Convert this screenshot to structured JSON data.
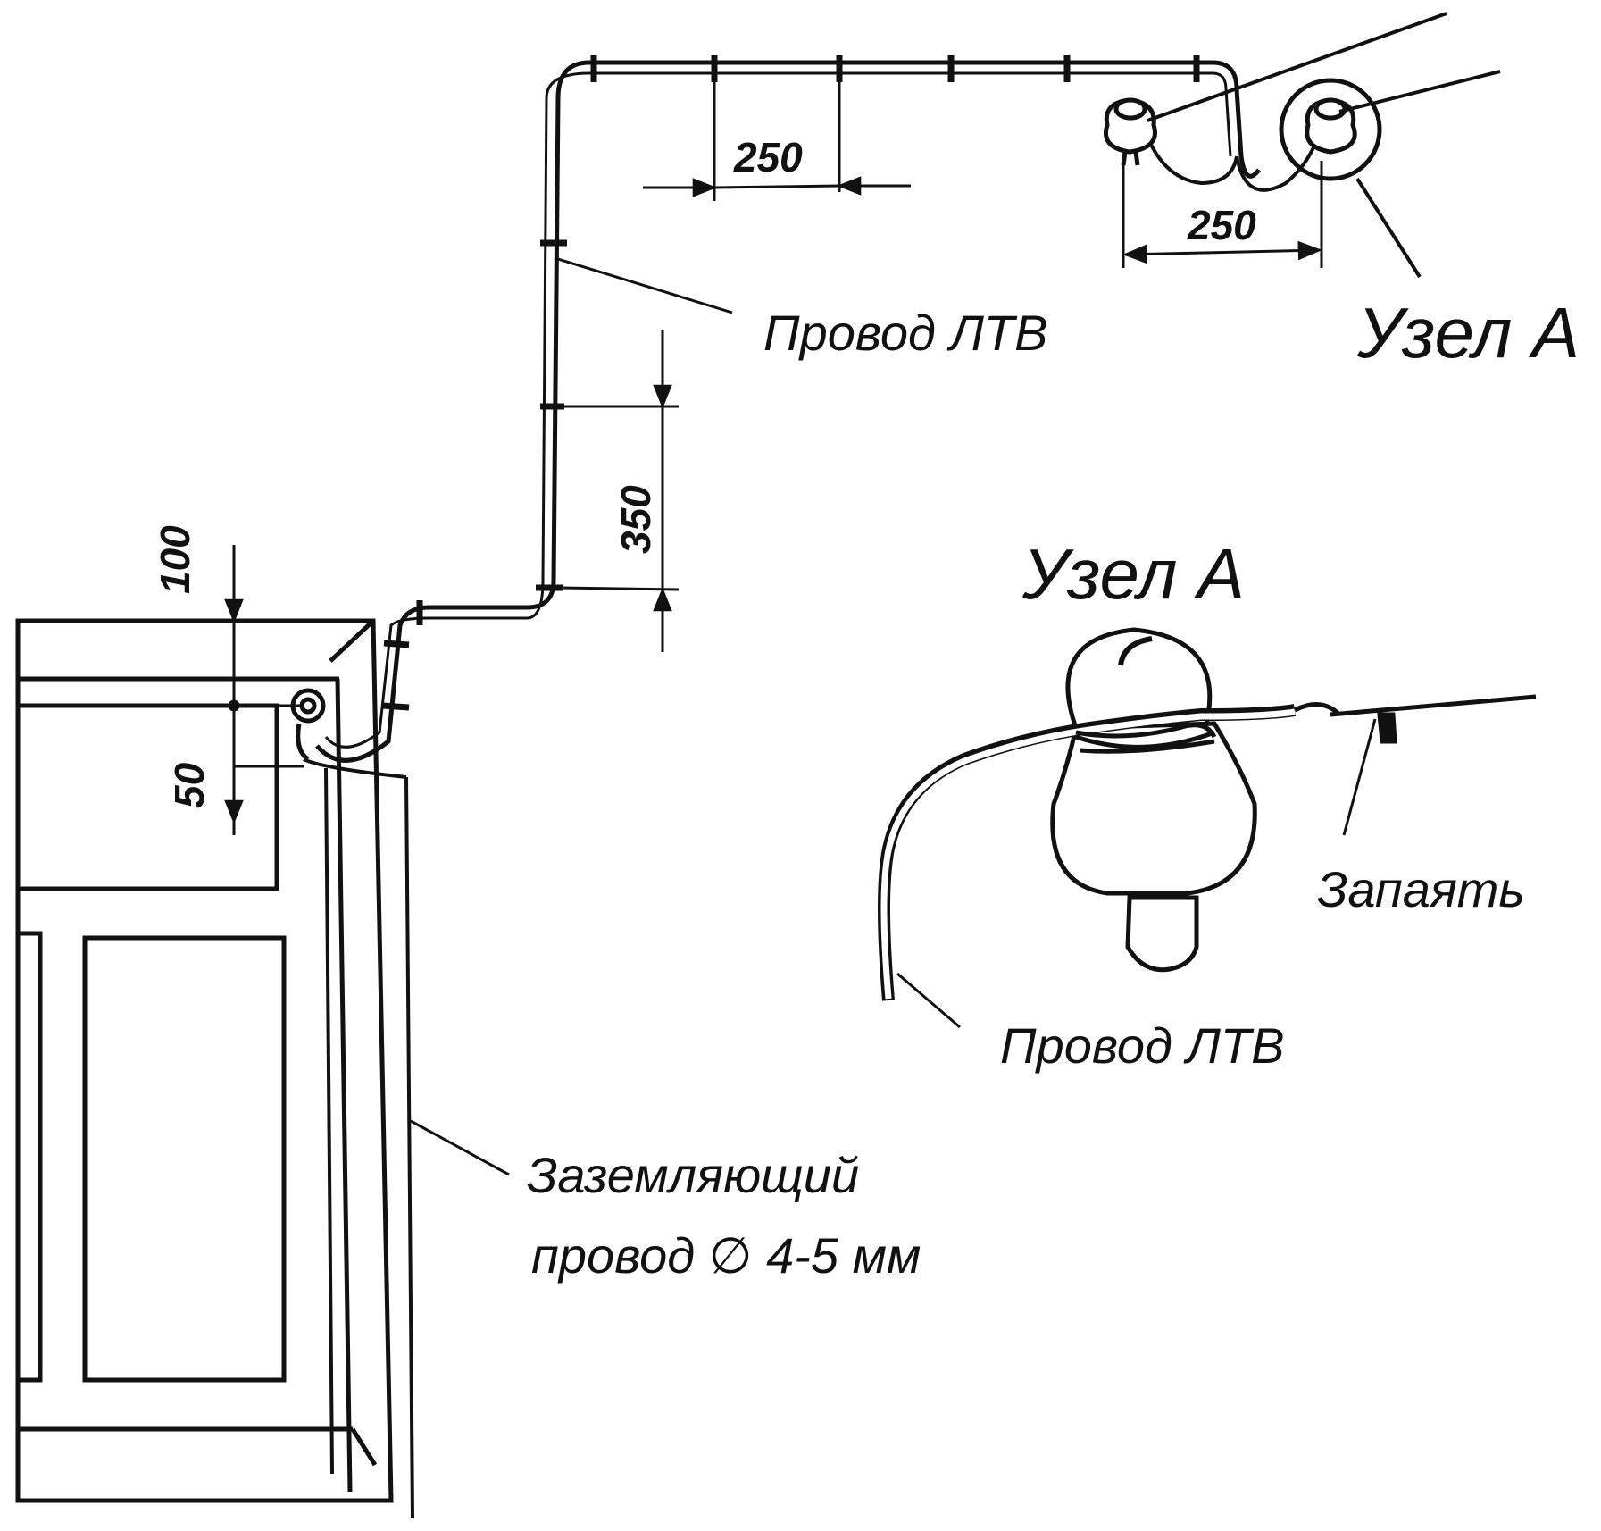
{
  "labels": {
    "wire_ltv_top": "Провод ЛТВ",
    "node_a_top": "Узел А",
    "node_a_detail": "Узел А",
    "solder": "Запаять",
    "wire_ltv_detail": "Провод ЛТВ",
    "ground_wire_line1": "Заземляющий",
    "ground_wire_line2": "провод ∅ 4-5 мм"
  },
  "dimensions": {
    "d250_top": "250",
    "d250_insulators": "250",
    "d350": "350",
    "d100": "100",
    "d50": "50"
  },
  "colors": {
    "ink": "#111111",
    "paper": "#ffffff"
  }
}
